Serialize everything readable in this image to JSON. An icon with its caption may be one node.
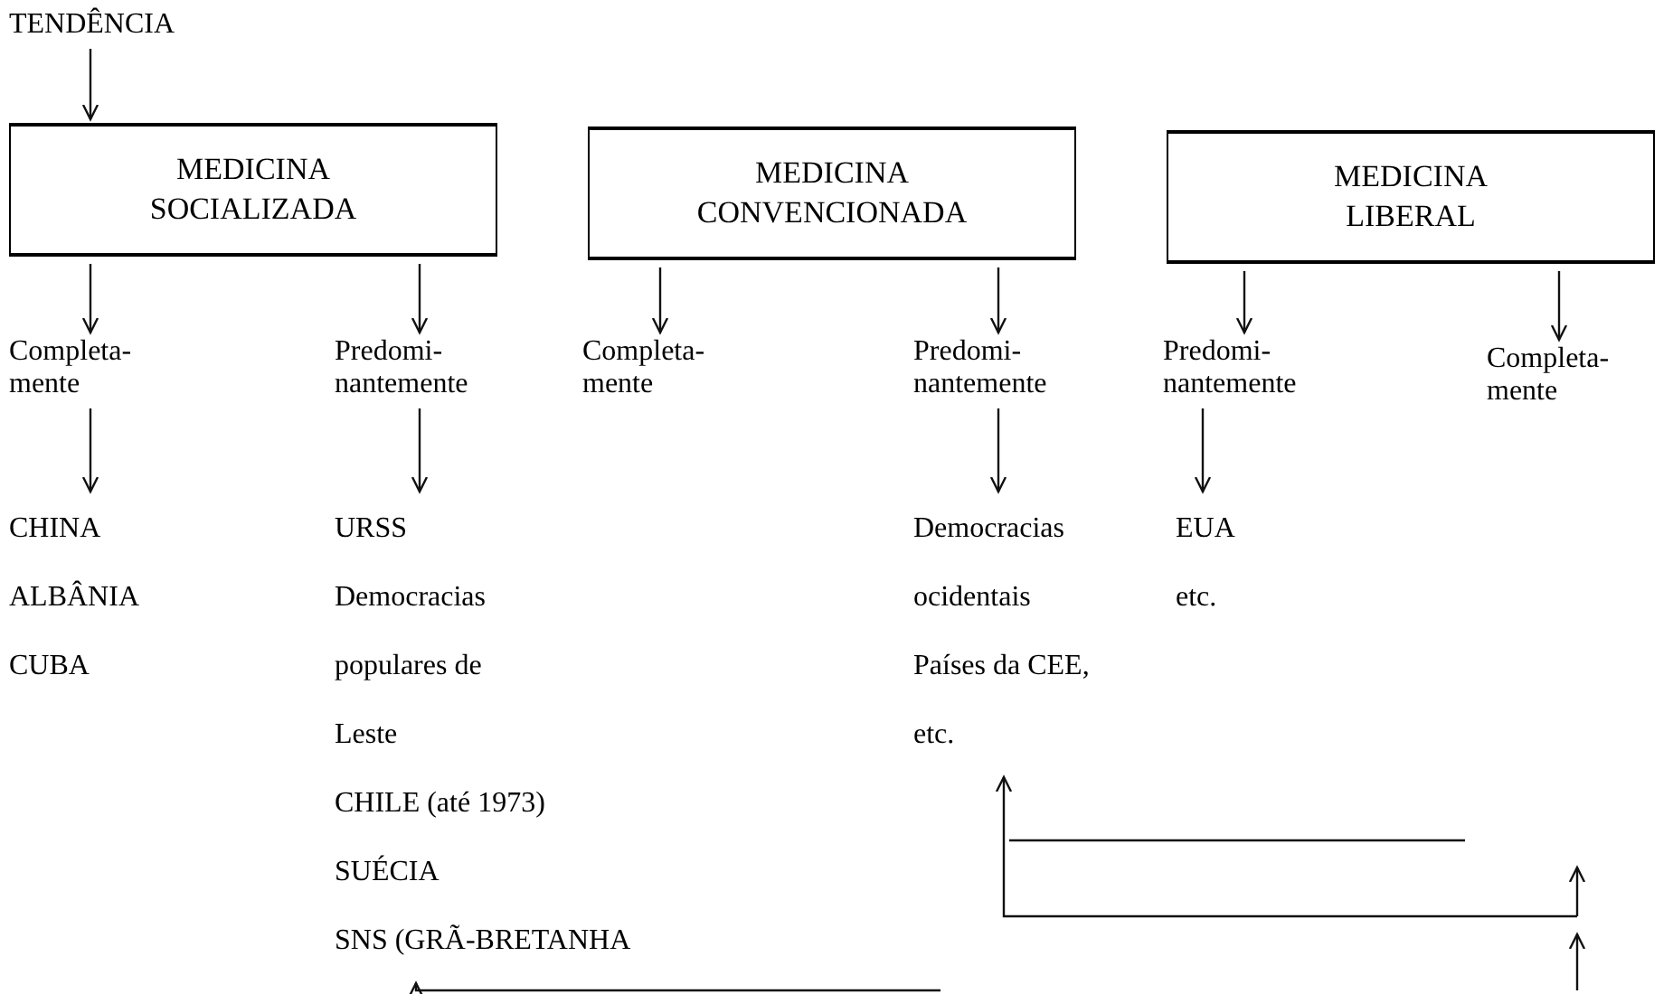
{
  "diagram": {
    "nodes": [
      {
        "text": [
          "TENDÊNCIA"
        ]
      },
      {
        "text": [
          "MEDICINA SOCIALIZADA"
        ]
      },
      {
        "text": [
          "MEDICINA CONVENCIONADA"
        ]
      },
      {
        "text": [
          "MEDICINA LIBERAL"
        ]
      },
      {
        "text": [
          "Completa- mente"
        ]
      },
      {
        "text": [
          "Predomi- nantemente"
        ]
      },
      {
        "text": [
          "Completa- mente"
        ]
      },
      {
        "text": [
          "Predomi- nantemente"
        ]
      },
      {
        "text": [
          "Predomi- nantemente"
        ]
      },
      {
        "text": [
          "Completa- mente"
        ]
      },
      {
        "text": [
          "CHINA",
          "ALBÂNIA",
          "CUBA"
        ]
      },
      {
        "text": [
          "URSS",
          "Democracias populares de Leste",
          "CHILE (até 1973)",
          "SUÉCIA",
          "SNS (GRÃ-BRETANHA"
        ]
      },
      {
        "text": [
          "Democracias ocidentais",
          "Países da CEE, etc."
        ]
      },
      {
        "text": [
          "EUA",
          "etc."
        ]
      }
    ],
    "edges": [
      {
        "from": 0,
        "to": 1,
        "arrow": "to"
      },
      {
        "from": 1,
        "to": 4,
        "arrow": "to"
      },
      {
        "from": 1,
        "to": 5,
        "arrow": "to"
      },
      {
        "from": 2,
        "to": 6,
        "arrow": "to"
      },
      {
        "from": 2,
        "to": 7,
        "arrow": "to"
      },
      {
        "from": 3,
        "to": 8,
        "arrow": "to"
      },
      {
        "from": 3,
        "to": 9,
        "arrow": "to"
      },
      {
        "from": 4,
        "to": 10,
        "arrow": "to"
      },
      {
        "from": 5,
        "to": 11,
        "arrow": "to"
      },
      {
        "from": 7,
        "to": 12,
        "arrow": "to"
      },
      {
        "from": 8,
        "to": 13,
        "arrow": "to"
      },
      {
        "from": null,
        "to": 11,
        "arrow": "to"
      },
      {
        "from": null,
        "to": 12,
        "arrow": "to"
      }
    ]
  }
}
